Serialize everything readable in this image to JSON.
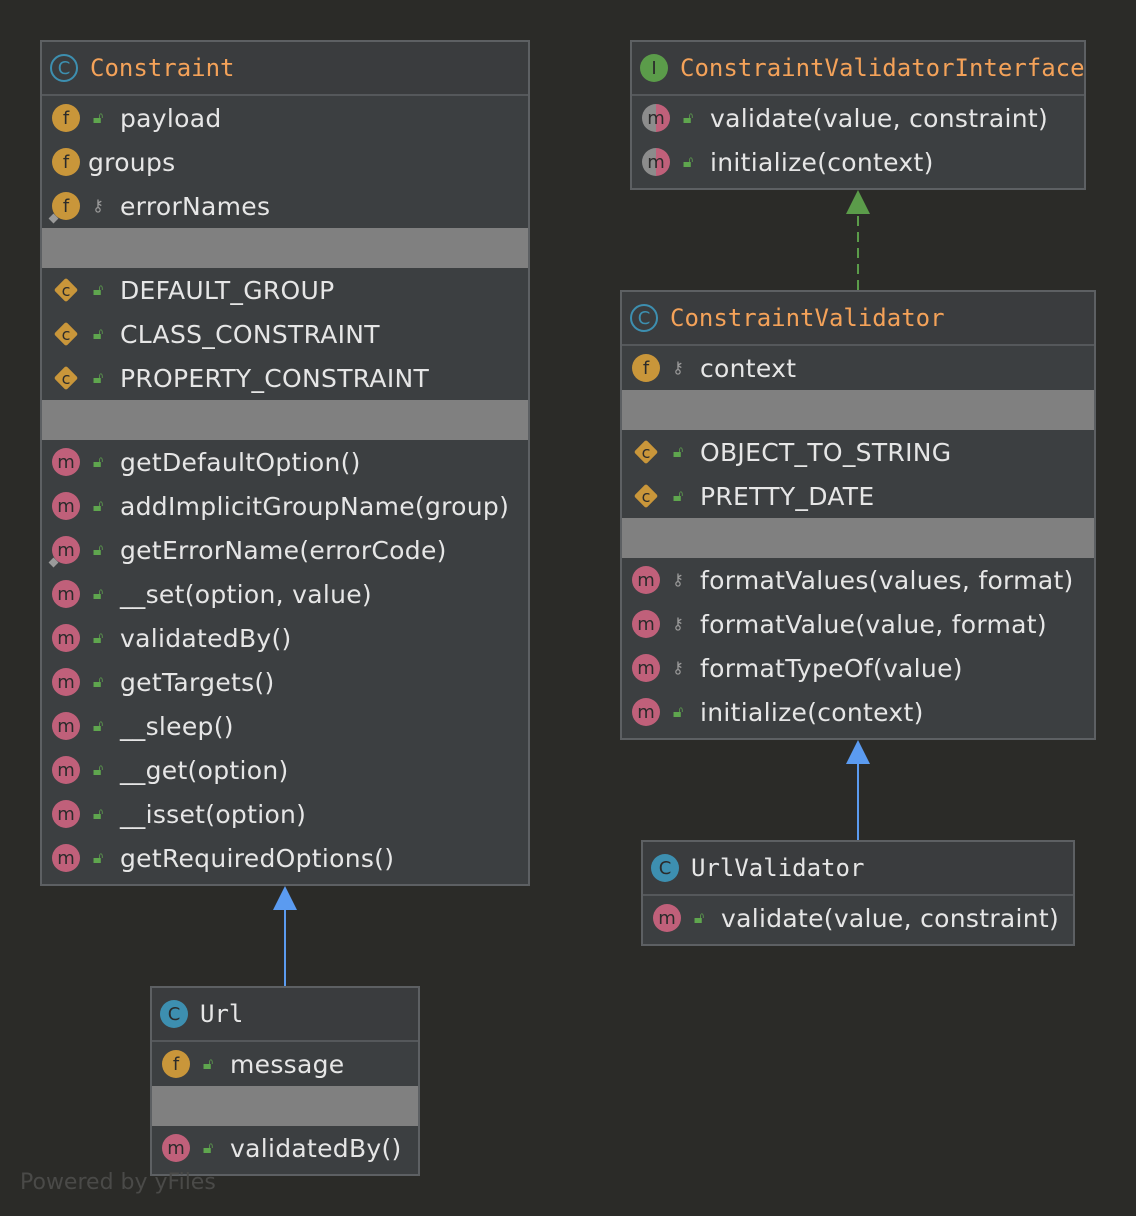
{
  "classes": {
    "constraint": {
      "title": "Constraint",
      "fields": [
        "payload",
        "groups",
        "errorNames"
      ],
      "constants": [
        "DEFAULT_GROUP",
        "CLASS_CONSTRAINT",
        "PROPERTY_CONSTRAINT"
      ],
      "methods": [
        "getDefaultOption()",
        "addImplicitGroupName(group)",
        "getErrorName(errorCode)",
        "__set(option, value)",
        "validatedBy()",
        "getTargets()",
        "__sleep()",
        "__get(option)",
        "__isset(option)",
        "getRequiredOptions()"
      ]
    },
    "iface": {
      "title": "ConstraintValidatorInterface",
      "methods": [
        "validate(value, constraint)",
        "initialize(context)"
      ]
    },
    "validator": {
      "title": "ConstraintValidator",
      "fields": [
        "context"
      ],
      "constants": [
        "OBJECT_TO_STRING",
        "PRETTY_DATE"
      ],
      "methods": [
        "formatValues(values, format)",
        "formatValue(value, format)",
        "formatTypeOf(value)",
        "initialize(context)"
      ]
    },
    "urlvalidator": {
      "title": "UrlValidator",
      "methods": [
        "validate(value, constraint)"
      ]
    },
    "url": {
      "title": "Url",
      "fields": [
        "message"
      ],
      "methods": [
        "validatedBy()"
      ]
    }
  },
  "icons": {
    "class": "C",
    "interface": "I",
    "field": "f",
    "method": "m",
    "public": "lock-open-icon",
    "private": "key-icon"
  },
  "colors": {
    "background": "#2b2b28",
    "abstract_title": "#f4a259",
    "inherit_arrow": "#5b9bf0",
    "implement_arrow": "#5b9c4a",
    "field_icon": "#c9963a",
    "method_icon": "#c0607a"
  },
  "footer": "Powered by yFiles"
}
